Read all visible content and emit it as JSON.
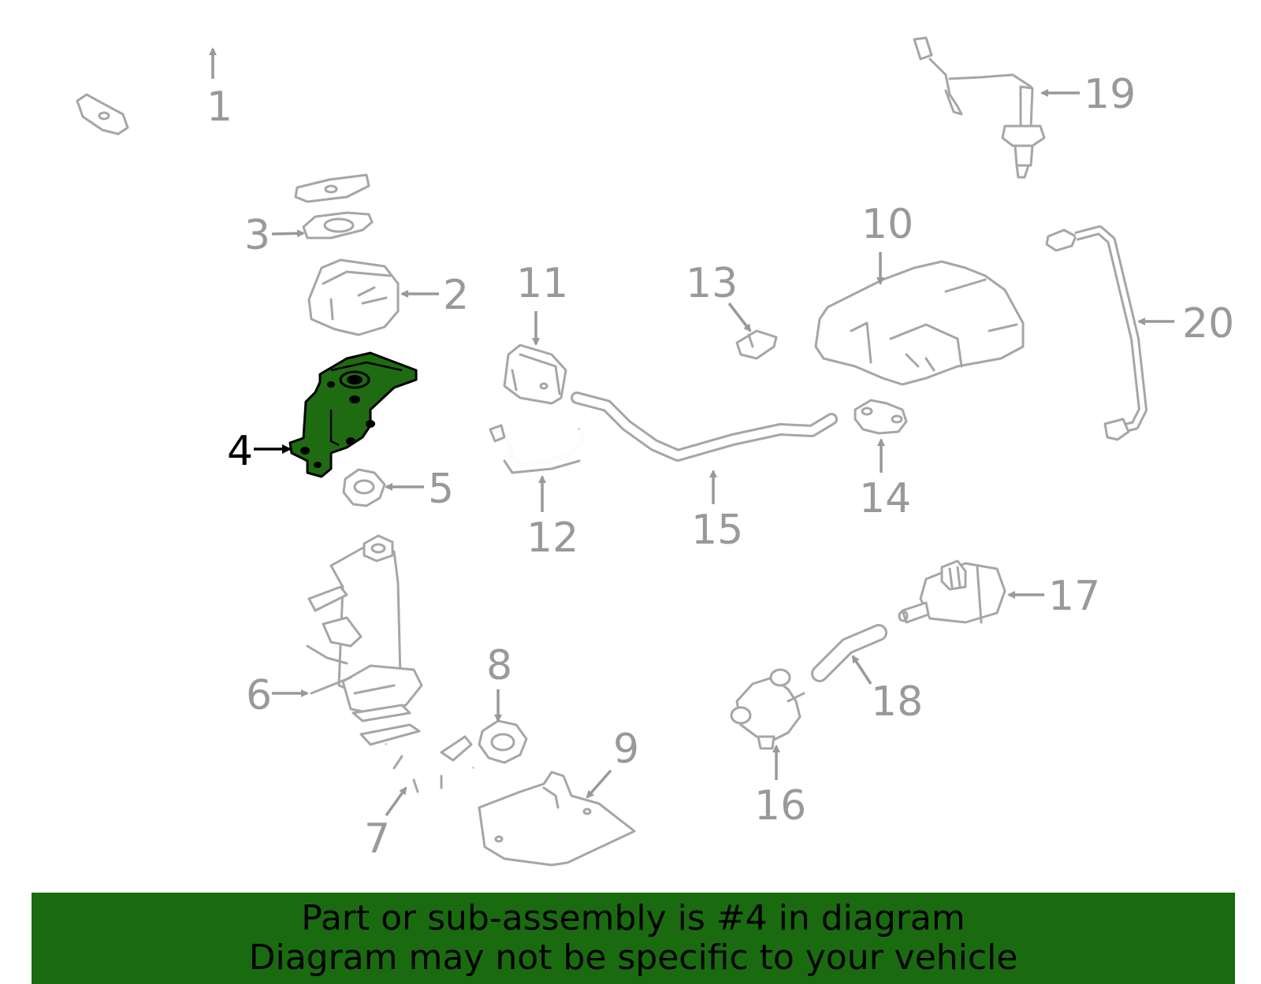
{
  "diagram": {
    "highlighted_part": "4",
    "colors": {
      "highlight_fill": "#1f6b12",
      "highlight_stroke": "#000000",
      "part_stroke": "#a6a6a6",
      "label_gray": "#999999",
      "banner_bg": "#1a6b10"
    },
    "callouts": [
      {
        "id": "1",
        "label": "1"
      },
      {
        "id": "2",
        "label": "2"
      },
      {
        "id": "3",
        "label": "3"
      },
      {
        "id": "4",
        "label": "4"
      },
      {
        "id": "5",
        "label": "5"
      },
      {
        "id": "6",
        "label": "6"
      },
      {
        "id": "7",
        "label": "7"
      },
      {
        "id": "8",
        "label": "8"
      },
      {
        "id": "9",
        "label": "9"
      },
      {
        "id": "10",
        "label": "10"
      },
      {
        "id": "11",
        "label": "11"
      },
      {
        "id": "12",
        "label": "12"
      },
      {
        "id": "13",
        "label": "13"
      },
      {
        "id": "14",
        "label": "14"
      },
      {
        "id": "15",
        "label": "15"
      },
      {
        "id": "16",
        "label": "16"
      },
      {
        "id": "17",
        "label": "17"
      },
      {
        "id": "18",
        "label": "18"
      },
      {
        "id": "19",
        "label": "19"
      },
      {
        "id": "20",
        "label": "20"
      }
    ]
  },
  "banner": {
    "line1": "Part or sub-assembly is #4 in diagram",
    "line2": "Diagram may not be specific to your vehicle"
  }
}
